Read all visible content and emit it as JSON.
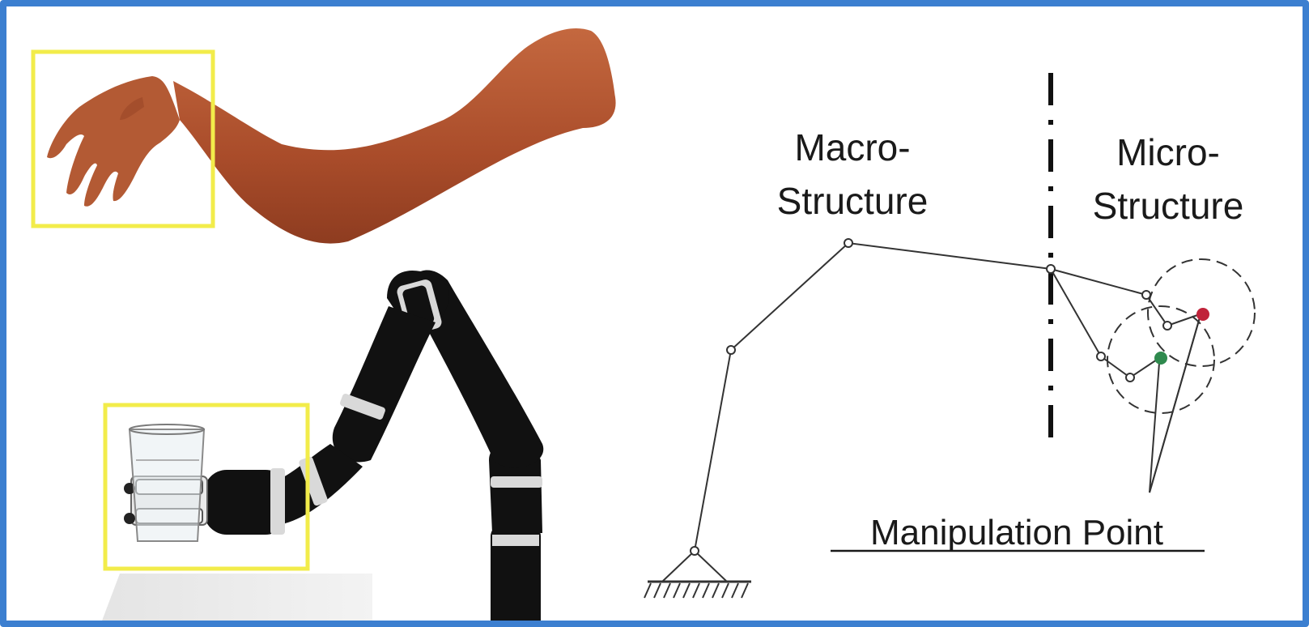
{
  "labels": {
    "macro_line1": "Macro-",
    "macro_line2": "Structure",
    "micro_line1": "Micro-",
    "micro_line2": "Structure",
    "manipulation": "Manipulation Point"
  },
  "icons": {
    "human_arm": "human-arm-illustration",
    "robot_arm": "robotic-arm-illustration",
    "ground": "ground-hatch-icon"
  },
  "colors": {
    "frame": "#3c7fd0",
    "highlight_box": "#f2ec4a",
    "skin": "#b5562f",
    "robot_black": "#111111",
    "robot_ring": "#d9d9d9",
    "red_point": "#c0233a",
    "green_point": "#2f8a4e"
  }
}
